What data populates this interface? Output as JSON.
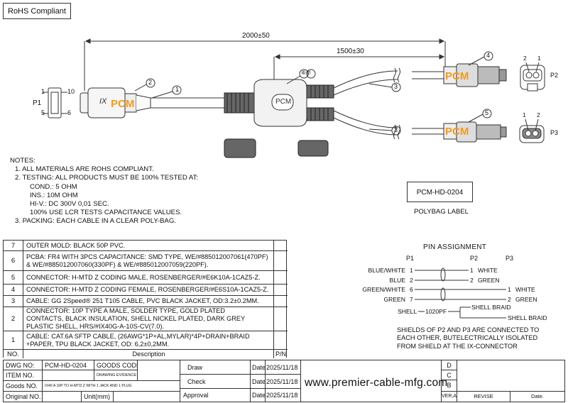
{
  "header": {
    "rohs": "RoHS Compliant"
  },
  "dimensions": {
    "overall": "2000±50",
    "branch": "1500±30"
  },
  "callouts": {
    "c1": "1",
    "c2": "2",
    "c3": "3",
    "c4": "4",
    "c5": "5",
    "c67": "⑥⑦"
  },
  "connector_p1": {
    "label": "P1",
    "pin1": "1",
    "pin10": "10",
    "pin5": "5",
    "pin6": "6"
  },
  "connector_p2": {
    "label": "P2",
    "pin2": "2",
    "pin1": "1"
  },
  "connector_p3": {
    "label": "P3",
    "pin1": "1",
    "pin2": "2"
  },
  "brand": {
    "logo_text": "PCM",
    "splitter_text": "PCM",
    "ix_text": "IX"
  },
  "notes": {
    "title": "NOTES:",
    "lines": [
      "1. ALL MATERIALS ARE ROHS COMPLIANT.",
      "2. TESTING: ALL PRODUCTS MUST BE 100% TESTED AT:",
      "COND.: 5 OHM",
      "INS.: 10M OHM",
      "HI-V.: DC 300V 0,01 SEC.",
      "100% USE LCR TESTS CAPACITANCE VALUES.",
      "3. PACKING: EACH CABLE IN A CLEAR POLY-BAG."
    ]
  },
  "polybag": {
    "code": "PCM-HD-0204",
    "label": "POLYBAG LABEL"
  },
  "bom": {
    "rows": [
      {
        "no": "7",
        "desc": "OUTER MOLD: BLACK 50P PVC."
      },
      {
        "no": "6",
        "desc": "PCBA: FR4 WITH 3PCS CAPACITANCE: SMD TYPE, WE/#885012007061(470PF)\n& WE/#885012007060(330PF) & WE/#885012007059(220PF)."
      },
      {
        "no": "5",
        "desc": "CONNECTOR: H-MTD Z CODING MALE, ROSENBERGER/#E6K10A-1CAZ5-Z."
      },
      {
        "no": "4",
        "desc": "CONNECTOR: H-MTD Z CODING FEMALE, ROSENBERGER/#E6S10A-1CAZ5-Z."
      },
      {
        "no": "3",
        "desc": "CABLE: GG 2Speed® 251 T105 CABLE, PVC BLACK JACKET, OD:3.2±0.2MM."
      },
      {
        "no": "2",
        "desc": "CONNECTOR: 10P TYPE A MALE, SOLDER TYPE, GOLD PLATED\nCONTACTS, BLACK INSULATION, SHELL NICKEL PLATED, DARK GREY\nPLASTIC SHELL, HRS/#IX40G-A-10S-CV(7.0)."
      },
      {
        "no": "1",
        "desc": "CABLE: CAT.6A SFTP CABLE, (26AWG*1P+AL,MYLAR)*4P+DRAIN+BRAID\n+PAPER, TPU BLACK JACKET, OD: 6,2±0,2MM."
      }
    ],
    "header_no": "NO.",
    "header_desc": "Description",
    "header_pn": "P/N"
  },
  "pin_assignment": {
    "title": "PIN ASSIGNMENT",
    "col_p1": "P1",
    "col_p2": "P2",
    "col_p3": "P3",
    "rows": [
      {
        "name": "BLUE/WHITE",
        "p1": "1",
        "dest": "1",
        "dest_name": "WHITE"
      },
      {
        "name": "BLUE",
        "p1": "2",
        "dest": "2",
        "dest_name": "GREEN"
      },
      {
        "name": "GREEN/WHITE",
        "p1": "6",
        "dest": "1",
        "dest_name": "WHITE"
      },
      {
        "name": "GREEN",
        "p1": "7",
        "dest": "2",
        "dest_name": "GREEN"
      }
    ],
    "shell_label": "SHELL",
    "shell_cap": "1020PF",
    "shell_braid_1": "SHELL BRAID",
    "shell_braid_2": "SHELL BRAID",
    "note": "SHIELDS OF P2 AND P3 ARE CONNECTED TO\nEACH OTHER, BUTELECTRICALLY ISOLATED\nFROM SHIELD AT THE IX-CONNECTOR"
  },
  "title_block": {
    "dwg_no_label": "DWG NO:",
    "dwg_no": "PCM-HD-0204",
    "goods_code_label": "GOODS CODE",
    "item_no_label": "ITEM NO.",
    "drawing_evidence": "DRAWING EVIDENCE",
    "goods_no_label": "Goods NO.",
    "goods_no_desc": "IX40 A 10P TO H-MTD Z WITH 1 JACK AND 1 PLUG",
    "original_no_label": "Original NO.",
    "unit_label": "Unit(mm)",
    "draw_label": "Draw",
    "check_label": "Check",
    "approval_label": "Approval",
    "date_label": "Date",
    "date_draw": "2025/11/18",
    "date_check": "2025/11/18",
    "date_approval": "2025/11/18",
    "url": "www.premier-cable-mfg.com",
    "rev_d": "D",
    "rev_c": "C",
    "rev_b": "B",
    "ver_label": "VER,A",
    "revise_label": "REVISE",
    "date2_label": "Date."
  }
}
